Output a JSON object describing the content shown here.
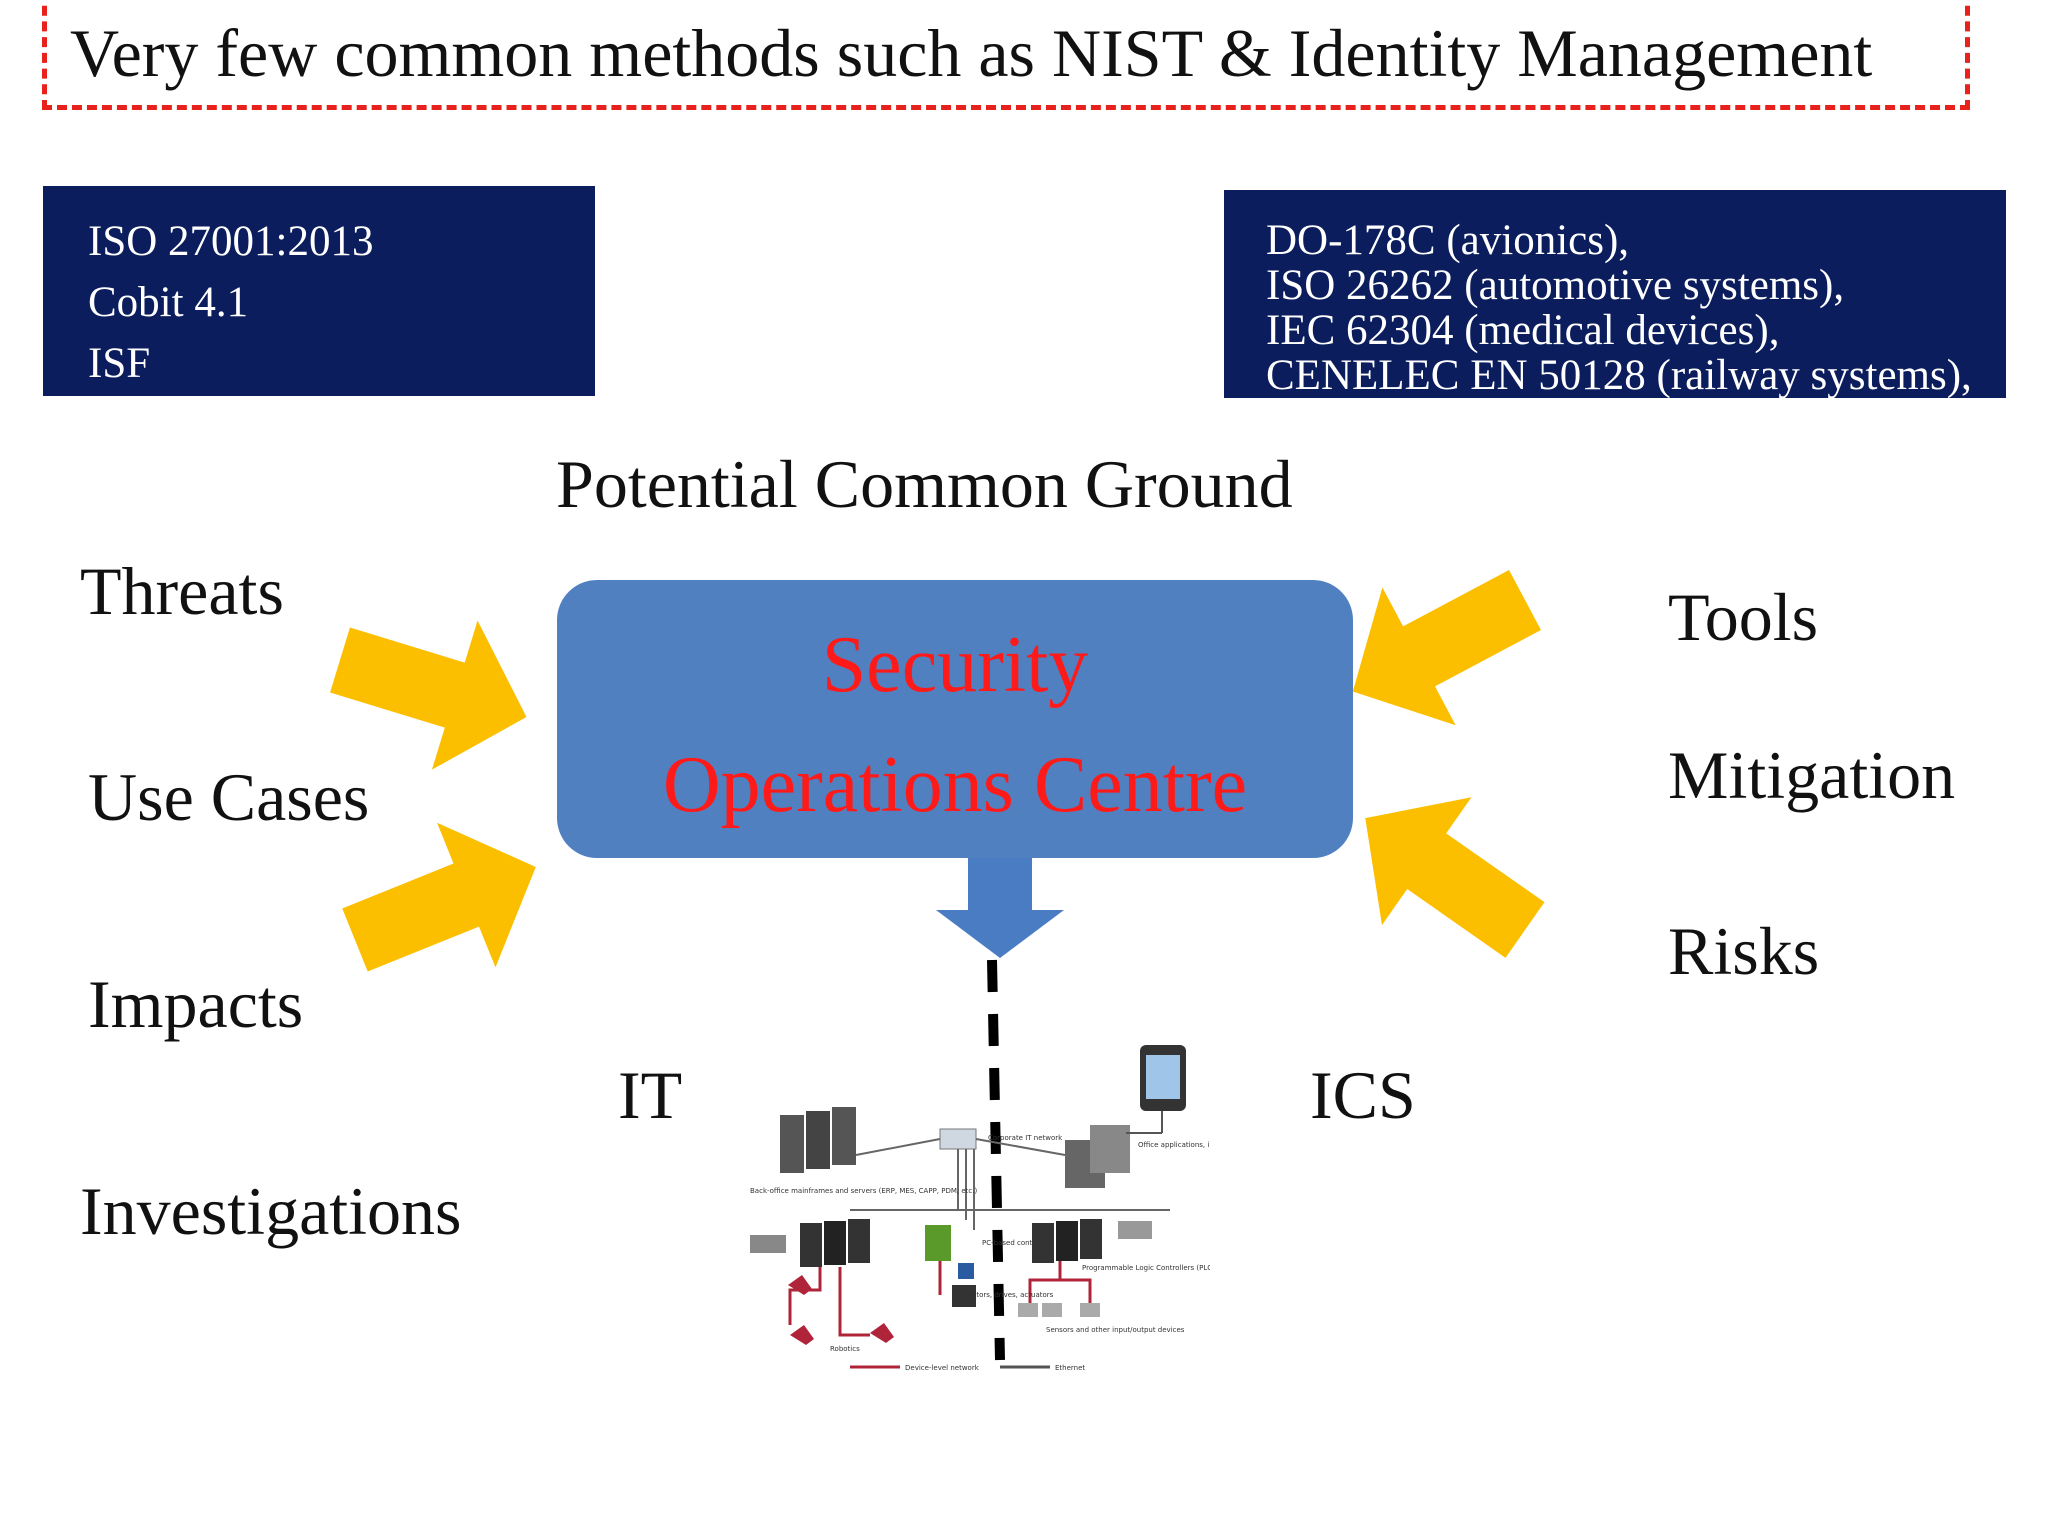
{
  "banner": {
    "text": "Very few common methods such as NIST & Identity Management"
  },
  "it_standards": [
    "ISO 27001:2013",
    "Cobit 4.1",
    "ISF"
  ],
  "ics_standards": [
    "DO-178C (avionics),",
    "ISO 26262 (automotive systems),",
    "IEC 62304 (medical devices),",
    "CENELEC EN 50128 (railway systems),"
  ],
  "heading": "Potential Common Ground",
  "left_inputs": [
    "Threats",
    "Use Cases",
    "Impacts",
    "Investigations"
  ],
  "right_inputs": [
    "Tools",
    "Mitigation",
    "Risks"
  ],
  "soc": {
    "line1": "Security",
    "line2": "Operations Centre"
  },
  "split_labels": {
    "left": "IT",
    "right": "ICS"
  },
  "network_image_labels": {
    "corporate": "Corporate IT network",
    "backoffice": "Back-office mainframes and servers (ERP, MES, CAPP, PDM, etc.)",
    "office": "Office applications, internetworking, data servers, storage",
    "pc_controllers": "PC-based controllers",
    "plc": "Programmable Logic Controllers (PLC)",
    "motors": "Motors, drives, actuators",
    "sensors": "Sensors and other input/output devices",
    "robotics": "Robotics",
    "legend_device": "Device-level network",
    "legend_ethernet": "Ethernet"
  },
  "colors": {
    "banner_border": "#e8211c",
    "navy": "#0b1d5c",
    "soc_fill": "#5080c0",
    "soc_text": "#ff1a1a",
    "arrow": "#fbbf00",
    "down_arrow": "#4a7cc4"
  }
}
